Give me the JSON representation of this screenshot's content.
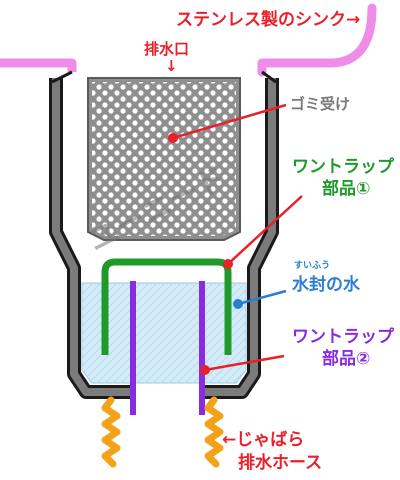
{
  "labels": {
    "sink": "ステンレス製のシンク→",
    "drain_port": "排水口",
    "drain_arrow": "↓",
    "debris_basket": "ゴミ受け",
    "trap_part1_line1": "ワントラップ",
    "trap_part1_line2": "部品①",
    "water_seal_ruby": "すいふう",
    "water_seal": "水封の水",
    "trap_part2_line1": "ワントラップ",
    "trap_part2_line2": "部品②",
    "hose_line1": "←じゃばら",
    "hose_line2": "排水ホース",
    "watermark": "ユーニード"
  },
  "colors": {
    "sink": "#ee8ce8",
    "pipe_outline": "#1a1a1a",
    "pipe_wall": "#7b7b7b",
    "basket_fill": "#8f8f8f",
    "basket_holes": "#ffffff",
    "water": "#d4ecf9",
    "trap_part1": "#1f9a2a",
    "trap_part2": "#8a2be2",
    "hose": "#f5a21b",
    "leader_lines": "#e8202a"
  }
}
